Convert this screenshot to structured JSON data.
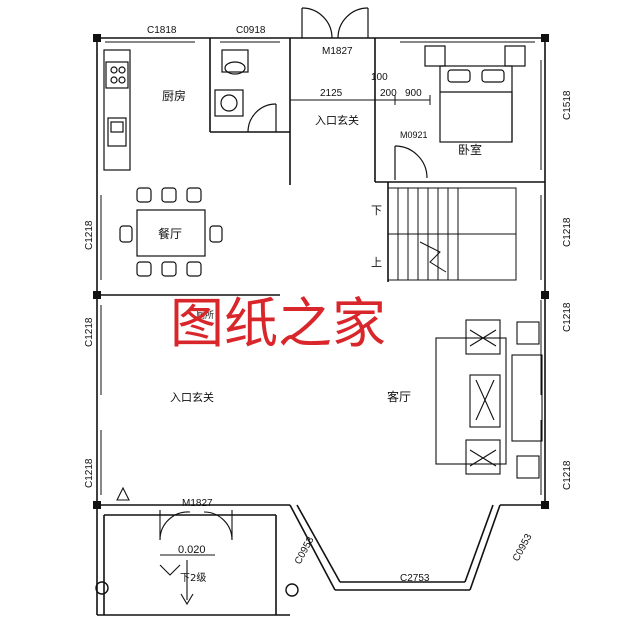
{
  "rooms": {
    "kitchen": "厨房",
    "dining": "餐厅",
    "bedroom": "卧室",
    "entrance_top": "入口玄关",
    "entrance_main": "入口玄关",
    "living": "客厅",
    "small_tag": "厕所"
  },
  "window_tags": {
    "top_left": "C1818",
    "top_mid": "C0918",
    "right_top": "C1518",
    "left_1": "C1218",
    "left_2": "C1218",
    "left_3": "C1218",
    "right_2": "C1218",
    "right_3": "C1218",
    "right_4": "C1218",
    "bay_left": "C0953",
    "bay_bottom": "C2753",
    "bay_right": "C0953"
  },
  "door_tags": {
    "front_door": "M1827",
    "main_door": "M1827",
    "bedroom_door": "M0921"
  },
  "dimensions": {
    "d1": "2125",
    "d2": "100",
    "d3": "200",
    "d4": "900"
  },
  "stairs": {
    "down": "下",
    "up": "上"
  },
  "porch": {
    "level": "0.020",
    "steps": "下2级"
  },
  "watermark": "图纸之家",
  "colors": {
    "wall": "#111111",
    "watermark": "#d9262b"
  }
}
